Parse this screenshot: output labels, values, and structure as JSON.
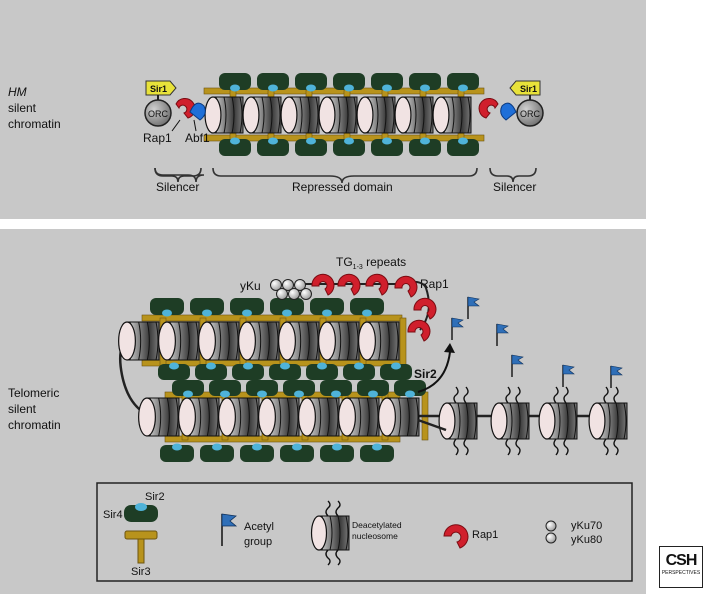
{
  "hm": {
    "title_italic": "HM",
    "title_rest": [
      "silent",
      "chromatin"
    ],
    "sir1": "Sir1",
    "orc": "ORC",
    "rap1": "Rap1",
    "abf1": "Abf1",
    "silencer": "Silencer",
    "repressed_domain": "Repressed domain"
  },
  "telomere": {
    "title": [
      "Telomeric",
      "silent",
      "chromatin"
    ],
    "tg_repeats_prefix": "TG",
    "tg_repeats_sub": "1-3",
    "tg_repeats_suffix": " repeats",
    "yku": "yKu",
    "rap1": "Rap1",
    "sir2": "Sir2"
  },
  "legend": {
    "sir2": "Sir2",
    "sir4": "Sir4",
    "sir3": "Sir3",
    "acetyl_line1": "Acetyl",
    "acetyl_line2": "group",
    "deacetylated_line1": "Deacetylated",
    "deacetylated_line2": "nucleosome",
    "rap1": "Rap1",
    "yku70": "yKu70",
    "yku80": "yKu80"
  },
  "logo": {
    "main": "CSH",
    "sub": "PERSPECTIVES"
  },
  "colors": {
    "panel_bg": "#c8c8c8",
    "sir4_green": "#1e3d25",
    "sir2_blue": "#4fb3d9",
    "sir3_gold": "#b8931c",
    "rap1_red": "#d01f2c",
    "abf1_blue": "#1f6fd8",
    "sir1_yellow": "#e8e23a",
    "nucleosome_face": "#f1e3e3"
  }
}
